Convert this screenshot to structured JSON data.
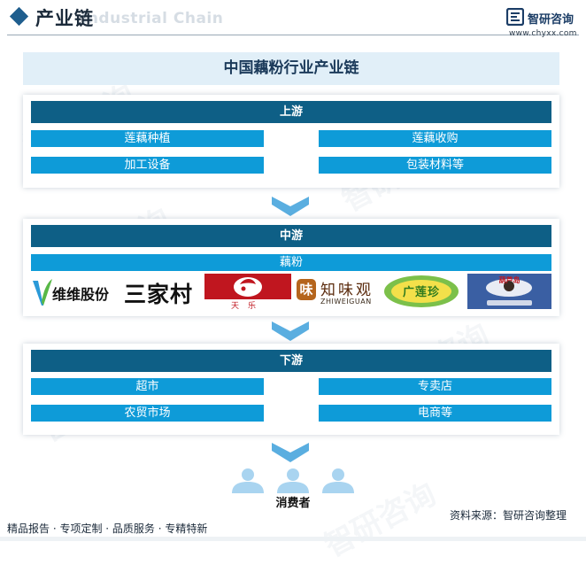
{
  "header": {
    "title": "产业链",
    "ghost_text": "Industrial Chain",
    "logo_name": "智研咨询",
    "logo_url": "www.chyxx.com"
  },
  "watermark_text": "智研咨询",
  "diagram": {
    "title": "中国藕粉行业产业链",
    "upstream": {
      "label": "上游",
      "items": [
        "莲藕种植",
        "莲藕收购",
        "加工设备",
        "包装材料等"
      ]
    },
    "midstream": {
      "label": "中游",
      "product": "藕粉",
      "brands": {
        "weiwei": "维维股份",
        "sanjia": "三家村",
        "tianle": "天乐",
        "zhiwei_mark": "味",
        "zhiwei_name": "知味观",
        "zhiwei_en": "ZHIWEIGUAN",
        "guangxin": "广莲珍",
        "hudou": "葫芦岛"
      }
    },
    "downstream": {
      "label": "下游",
      "items": [
        "超市",
        "专卖店",
        "农贸市场",
        "电商等"
      ]
    },
    "consumer": "消费者"
  },
  "footer": {
    "left": "精品报告 · 专项定制 · 品质服务 · 专精特新",
    "right": "资料来源：智研咨询整理"
  },
  "colors": {
    "bar": "#0e5f86",
    "cell": "#0e9bd8",
    "title_band": "#e1eff8",
    "arrow": "#5aaee0",
    "consumer_icon": "#a9d4f0"
  }
}
